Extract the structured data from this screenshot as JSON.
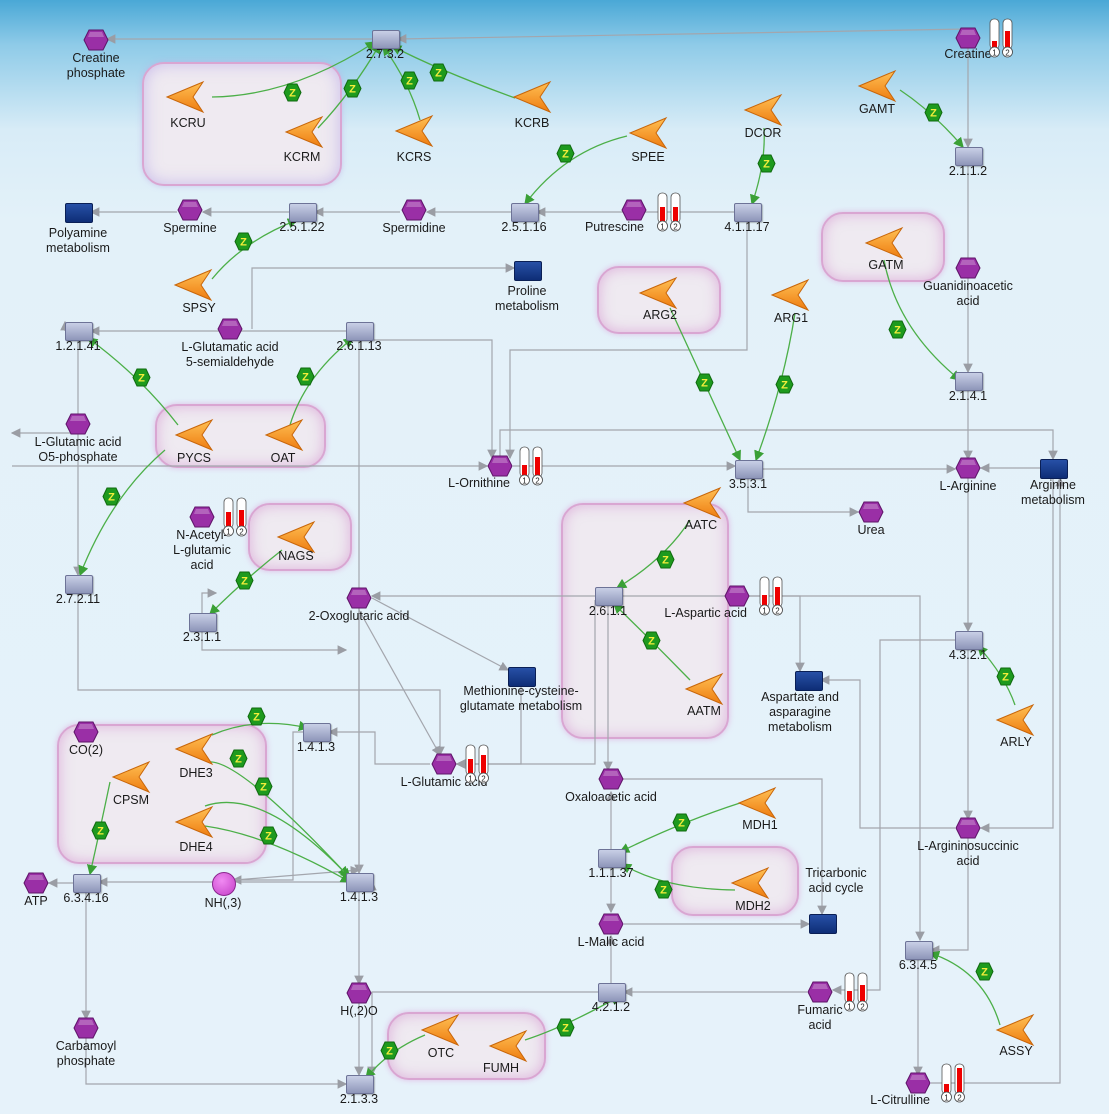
{
  "mitochondria_labels": [],
  "enzymes": {
    "KCRU": "KCRU",
    "KCRM": "KCRM",
    "KCRS": "KCRS",
    "KCRB": "KCRB",
    "SPEE": "SPEE",
    "DCOR": "DCOR",
    "GAMT": "GAMT",
    "SPSY": "SPSY",
    "ARG2": "ARG2",
    "ARG1": "ARG1",
    "GATM": "GATM",
    "PYCS": "PYCS",
    "OAT": "OAT",
    "NAGS": "NAGS",
    "AATC": "AATC",
    "AATM": "AATM",
    "ARLY": "ARLY",
    "DHE3": "DHE3",
    "DHE4": "DHE4",
    "CPSM": "CPSM",
    "MDH1": "MDH1",
    "MDH2": "MDH2",
    "ASSY": "ASSY",
    "OTC": "OTC",
    "FUMH": "FUMH"
  },
  "reactions": {
    "r2732": "2.7.3.2",
    "r2112": "2.1.1.2",
    "r25122": "2.5.1.22",
    "r25116": "2.5.1.16",
    "r41117": "4.1.1.17",
    "r12141": "1.2.1.41",
    "r26113": "2.6.1.13",
    "r2141": "2.1.4.1",
    "r3531": "3.5.3.1",
    "r27211": "2.7.2.11",
    "r2311": "2.3.1.1",
    "r2611": "2.6.1.1",
    "r4321": "4.3.2.1",
    "r1413a": "1.4.1.3",
    "r1413b": "1.4.1.3",
    "r63416": "6.3.4.16",
    "r11137": "1.1.1.37",
    "r6345": "6.3.4.5",
    "r4212": "4.2.1.2",
    "r2133": "2.1.3.3"
  },
  "metabolites": {
    "creatine_phosphate": "Creatine\nphosphate",
    "creatine": "Creatine",
    "spermine": "Spermine",
    "spermidine": "Spermidine",
    "putrescine": "Putrescine",
    "guanidinoacetic": "Guanidinoacetic\nacid",
    "glu_semialdehyde": "L-Glutamatic acid\n5-semialdehyde",
    "glu_phosphate": "L-Glutamic acid\nO5-phosphate",
    "ornithine": "L-Ornithine",
    "arginine": "L-Arginine",
    "urea": "Urea",
    "n_acetyl": "N-Acetyl-\nL-glutamic\nacid",
    "oxoglutaric": "2-Oxoglutaric acid",
    "aspartic": "L-Aspartic acid",
    "co2": "CO(2)",
    "glutamic": "L-Glutamic acid",
    "oxaloacetic": "Oxaloacetic acid",
    "argininosuccinic": "L-Argininosuccinic\nacid",
    "atp": "ATP",
    "nh3": "NH(,3)",
    "malic": "L-Malic acid",
    "h2o": "H(,2)O",
    "fumaric": "Fumaric\nacid",
    "carbamoyl": "Carbamoyl\nphosphate",
    "citrulline": "L-Citrulline"
  },
  "pathways": {
    "polyamine": "Polyamine\nmetabolism",
    "proline": "Proline\nmetabolism",
    "arginine_met": "Arginine\nmetabolism",
    "met_cys_glu": "Methionine-cysteine-\nglutamate metabolism",
    "asp_asn": "Aspartate and\nasparagine\nmetabolism",
    "tca": "Tricarbonic\nacid cycle"
  },
  "thermometer_labels": {
    "one": "1",
    "two": "2"
  },
  "colors": {
    "enzyme": "#f5941e",
    "metabolite": "#9a2fa6",
    "reaction": "#9aa2c4",
    "pathway": "#143c8e",
    "catalysis": "#2e9d2a",
    "edge": "#a3a6ad",
    "nh3": "#d04ad3"
  }
}
